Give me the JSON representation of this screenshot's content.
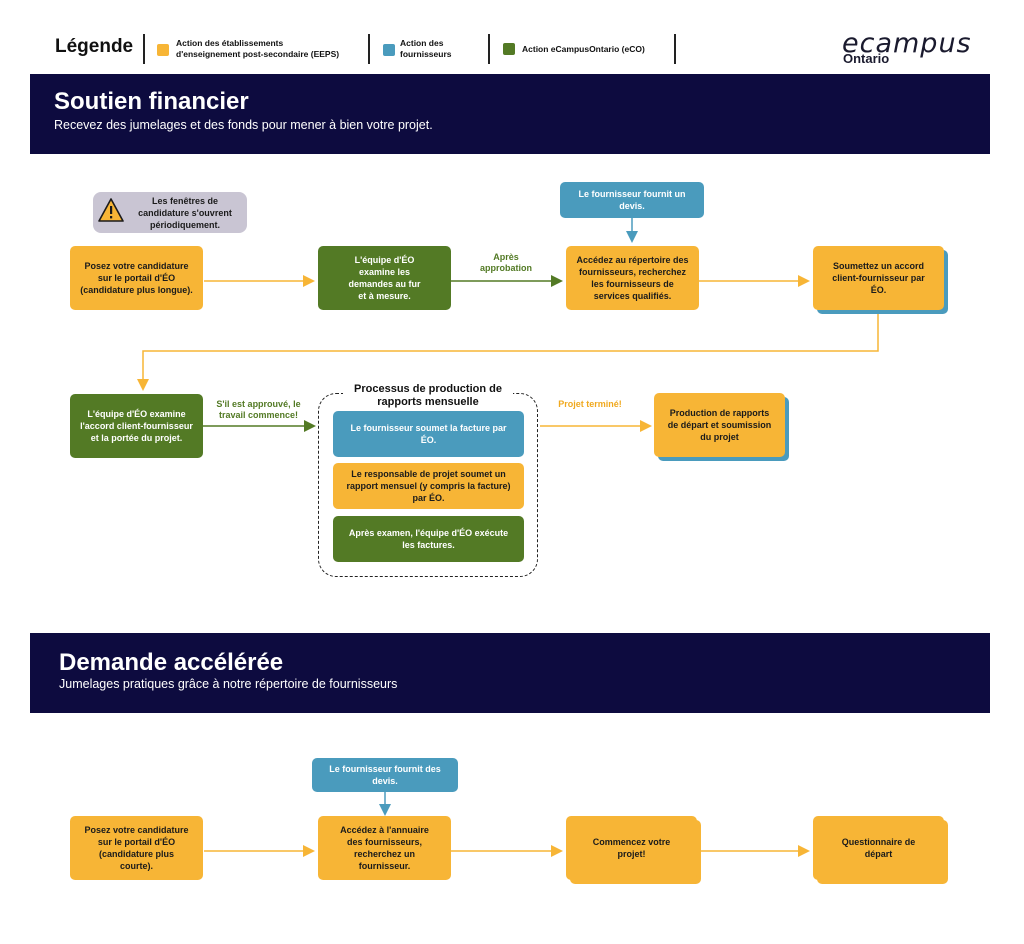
{
  "legend": {
    "title": "Légende",
    "items": [
      {
        "label_line1": "Action des établissements",
        "label_line2": "d'enseignement post-secondaire (EEPS)",
        "color": "#f7b536"
      },
      {
        "label_line1": "Action des",
        "label_line2": "fournisseurs",
        "color": "#4a9bbd"
      },
      {
        "label_line1": "Action eCampusOntario (eCO)",
        "label_line2": "",
        "color": "#537a25"
      }
    ]
  },
  "logo": {
    "main": "ecampus",
    "sub": "Ontario"
  },
  "section1": {
    "title": "Soutien financier",
    "subtitle": "Recevez des jumelages et des fonds pour mener à bien votre projet.",
    "warning": "Les fenêtres de candidature s'ouvrent périodiquement.",
    "step1": "Posez votre candidature sur le portail d'ÉO (candidature plus longue).",
    "step2": "L'équipe d'ÉO examine les demandes au fur et à mesure.",
    "label_approval": "Après approbation",
    "vendor_quote": "Le fournisseur fournit un devis.",
    "step3": "Accédez au répertoire des fournisseurs, recherchez les fournisseurs de services qualifiés.",
    "step4": "Soumettez un accord client-fournisseur par ÉO.",
    "step5": "L'équipe d'ÉO examine l'accord client-fournisseur et la portée du projet.",
    "label_approved": "S'il est approuvé, le travail commence!",
    "process_title": "Processus de production de rapports mensuelle",
    "process_step1": "Le fournisseur soumet la facture par ÉO.",
    "process_step2": "Le responsable de projet soumet un rapport mensuel (y compris la facture) par ÉO.",
    "process_step3": "Après examen, l'équipe d'ÉO exécute les factures.",
    "label_done": "Projet terminé!",
    "step6": "Production de rapports de départ et soumission du projet"
  },
  "section2": {
    "title": "Demande accélérée",
    "subtitle": "Jumelages pratiques grâce à notre répertoire de fournisseurs",
    "vendor_quotes": "Le fournisseur fournit des devis.",
    "step1": "Posez votre candidature sur le portail d'ÉO (candidature plus courte).",
    "step2": "Accédez à l'annuaire des fournisseurs, recherchez un fournisseur.",
    "step3": "Commencez votre projet!",
    "step4": "Questionnaire de départ"
  },
  "colors": {
    "eeps": "#f7b536",
    "vendor": "#4a9bbd",
    "eco": "#537a25",
    "banner": "#0d0b3f"
  }
}
